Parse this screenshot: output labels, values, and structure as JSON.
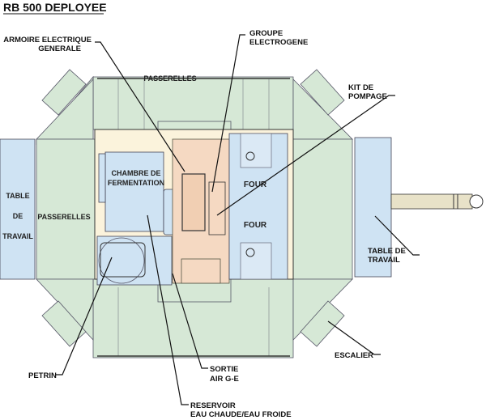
{
  "title": "RB 500 DEPLOYEE",
  "labels": {
    "armoire": [
      "ARMOIRE ELECTRIQUE",
      "GENERALE"
    ],
    "groupe": [
      "GROUPE",
      "ELECTROGENE"
    ],
    "kit": [
      "KIT DE",
      "POMPAGE"
    ],
    "table_right": [
      "TABLE DE",
      "TRAVAIL"
    ],
    "escalier": "ESCALIER",
    "sortie": [
      "SORTIE",
      "AIR G-E"
    ],
    "reservoir": [
      "RESERVOIR",
      "EAU CHAUDE/EAU FROIDE"
    ],
    "petrin": "PETRIN"
  },
  "inner": {
    "passerelles_top": "PASSERELLES",
    "passerelles_left": "PASSERELLES",
    "table_left": [
      "TABLE",
      "DE",
      "TRAVAIL"
    ],
    "chambre": [
      "CHAMBRE DE",
      "FERMENTATION"
    ],
    "four_1": "FOUR",
    "four_2": "FOUR"
  },
  "colors": {
    "walkway": "#d6e8d6",
    "equipment": "#cfe3f3",
    "generator": "#f5d9c2",
    "floor": "#fbf3dc"
  }
}
